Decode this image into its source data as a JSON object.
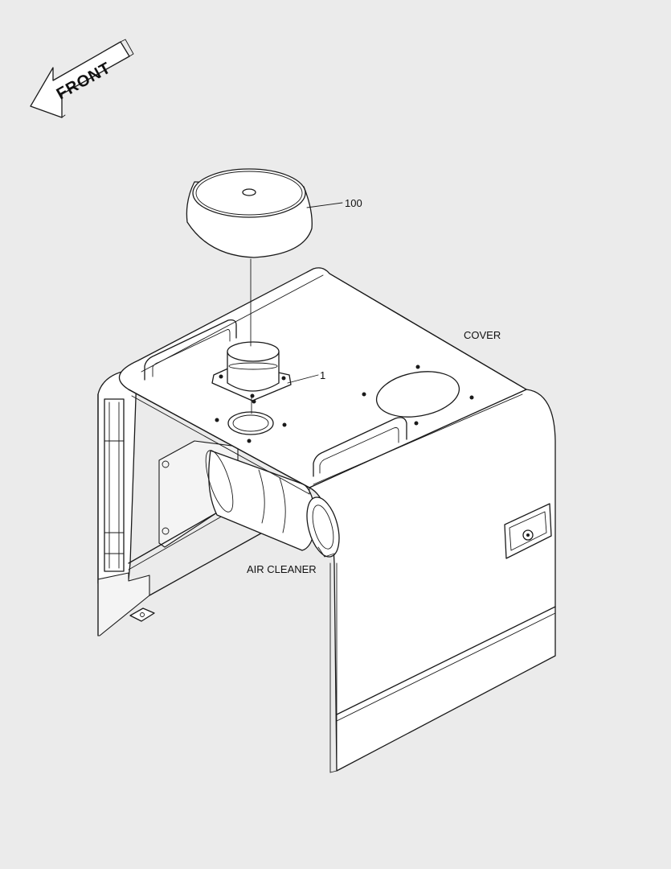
{
  "front_arrow": {
    "label": "FRONT",
    "icon": "front-direction-arrow-icon"
  },
  "callouts": [
    {
      "id": "part-100",
      "text": "100"
    },
    {
      "id": "part-1",
      "text": "1"
    }
  ],
  "labels": {
    "cover": "COVER",
    "air_cleaner": "AIR CLEANER"
  }
}
